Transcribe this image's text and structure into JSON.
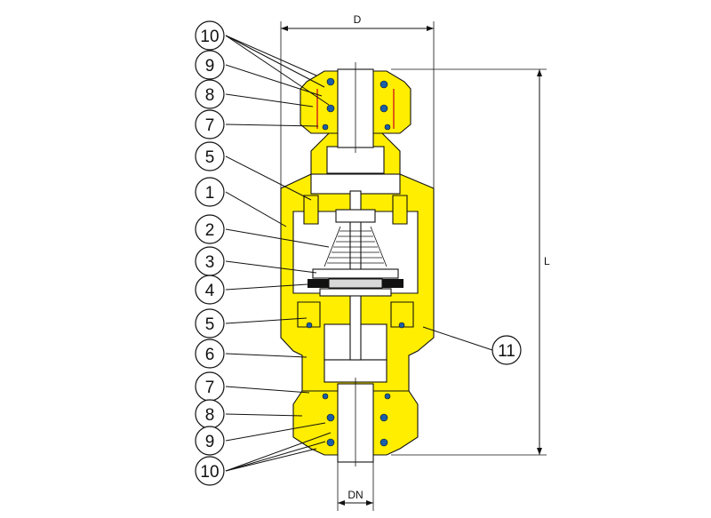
{
  "labels": {
    "l10_top": "10",
    "l9_top": "9",
    "l8_top": "8",
    "l7_top": "7",
    "l5_top": "5",
    "l1": "1",
    "l2": "2",
    "l3": "3",
    "l4": "4",
    "l5_bot": "5",
    "l6": "6",
    "l7_bot": "7",
    "l8_bot": "8",
    "l9_bot": "9",
    "l10_bot": "10",
    "l11": "11"
  },
  "dimensions": {
    "D": "D",
    "L": "L",
    "DN": "DN"
  },
  "colors": {
    "body": "#ffee00",
    "seal": "#1a5fa8",
    "disc": "#111111",
    "outline": "#111111"
  }
}
